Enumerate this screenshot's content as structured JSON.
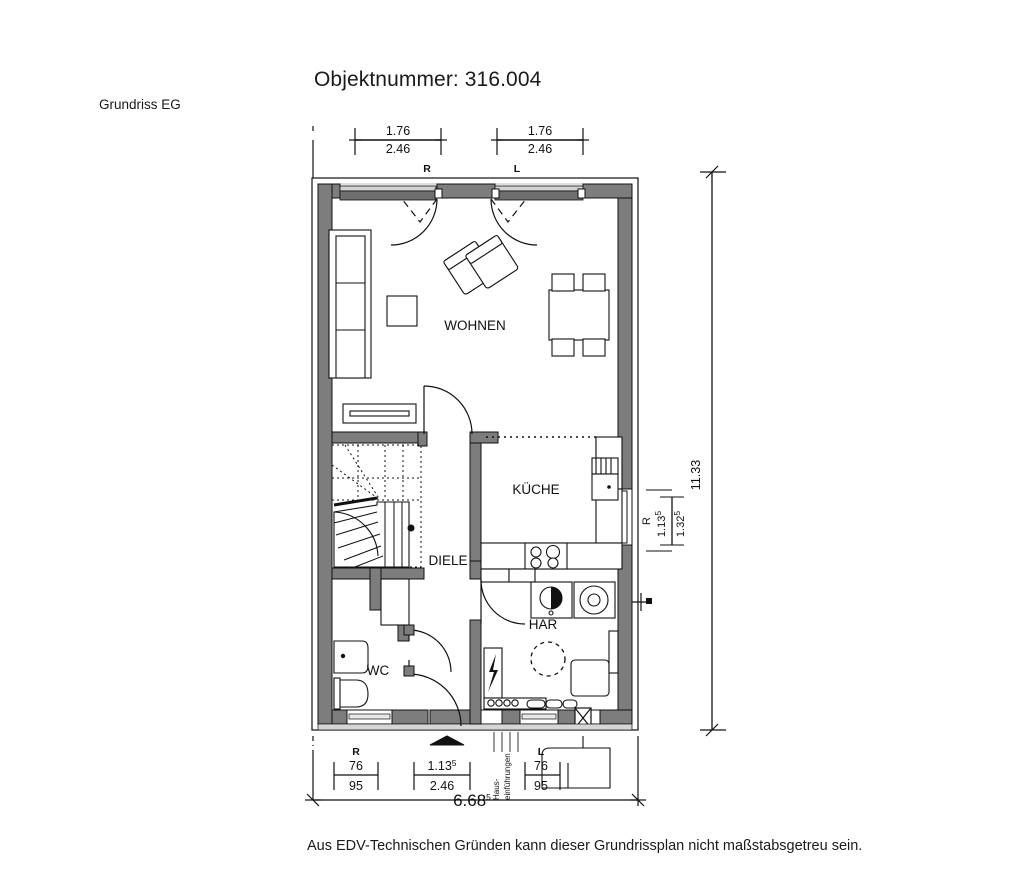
{
  "document": {
    "title": "Objektnummer: 316.004",
    "subtitle": "Grundriss EG",
    "footnote": "Aus EDV-Technischen Gründen kann dieser Grundrissplan nicht maßstabsgetreu sein."
  },
  "rooms": [
    {
      "id": "wohnen",
      "label": "WOHNEN"
    },
    {
      "id": "kueche",
      "label": "KÜCHE"
    },
    {
      "id": "diele",
      "label": "DIELE"
    },
    {
      "id": "wc",
      "label": "WC"
    },
    {
      "id": "har",
      "label": "HAR"
    }
  ],
  "dimensions": {
    "top": [
      {
        "id": "top-1-upper",
        "value": "1.76"
      },
      {
        "id": "top-1-lower",
        "value": "2.46"
      },
      {
        "id": "top-1-marker",
        "value": "R"
      },
      {
        "id": "top-2-upper",
        "value": "1.76"
      },
      {
        "id": "top-2-lower",
        "value": "2.46"
      },
      {
        "id": "top-2-marker",
        "value": "L"
      }
    ],
    "bottom": [
      {
        "id": "bot-1-marker",
        "value": "R"
      },
      {
        "id": "bot-1-upper",
        "value": "76"
      },
      {
        "id": "bot-1-lower",
        "value": "95"
      },
      {
        "id": "bot-2-upper",
        "value": "1.13",
        "sup": "5"
      },
      {
        "id": "bot-2-lower",
        "value": "2.46"
      },
      {
        "id": "bot-3-marker",
        "value": "L"
      },
      {
        "id": "bot-3-upper",
        "value": "76"
      },
      {
        "id": "bot-3-lower",
        "value": "95"
      },
      {
        "id": "bot-total",
        "value": "6.68",
        "sup": "5"
      }
    ],
    "right": [
      {
        "id": "right-marker",
        "value": "R"
      },
      {
        "id": "right-inner",
        "value": "1.13",
        "sup": "5"
      },
      {
        "id": "right-outer",
        "value": "1.32",
        "sup": "5"
      },
      {
        "id": "right-total",
        "value": "11.33"
      }
    ],
    "annotations": [
      {
        "id": "haus-einfuehrungen-line1",
        "value": "Haus-"
      },
      {
        "id": "haus-einfuehrungen-line2",
        "value": "einführungen"
      }
    ]
  },
  "colors": {
    "wall_fill": "#7d7d7d",
    "wall_light": "#c9c9c9",
    "line": "#111111",
    "paper": "#ffffff"
  }
}
